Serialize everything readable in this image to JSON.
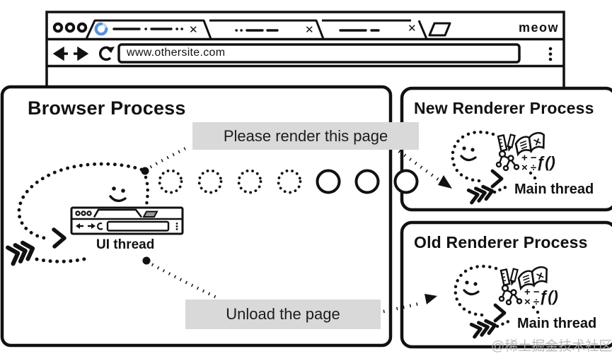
{
  "browser_window": {
    "traffic_light_count": 3,
    "tabs": [
      {
        "state": "active-loading",
        "close_glyph": "✕"
      },
      {
        "state": "background",
        "close_glyph": "✕"
      },
      {
        "state": "background",
        "close_glyph": "✕"
      }
    ],
    "meow_label": "meow",
    "nav": {
      "url_value": "www.othersite.com"
    }
  },
  "browser_process": {
    "title": "Browser Process",
    "ui_thread_label": "UI thread",
    "render_message": "Please render this page",
    "unload_message": "Unload the page"
  },
  "new_renderer_process": {
    "title": "New Renderer Process",
    "main_thread_label": "Main thread"
  },
  "old_renderer_process": {
    "title": "Old Renderer Process",
    "main_thread_label": "Main thread"
  },
  "icons": {
    "close": "✕",
    "menu_dots": "⋮",
    "back_arrow": "←",
    "forward_arrow": "→",
    "reload": "↻",
    "new_tab": "parallelogram",
    "loading_spinner": "blue-arc",
    "math_plus_minus": "+ −",
    "math_times_divide": "× ÷",
    "function_label": "ƒ()"
  },
  "decorations": {
    "process_circles": {
      "dotted_count": 4,
      "solid_count": 3
    },
    "smiley_faces": 3,
    "thread_chevrons": "»»»"
  },
  "colors": {
    "line_black": "#111111",
    "label_bg": "#d9d9d9",
    "spinner_blue": "#5593dd",
    "spinner_blue_light": "#c3d9f3",
    "mini_newtab_gray": "#999999",
    "watermark_gray": "#b0b0b0"
  },
  "watermark": "@稀土掘金技术社区"
}
